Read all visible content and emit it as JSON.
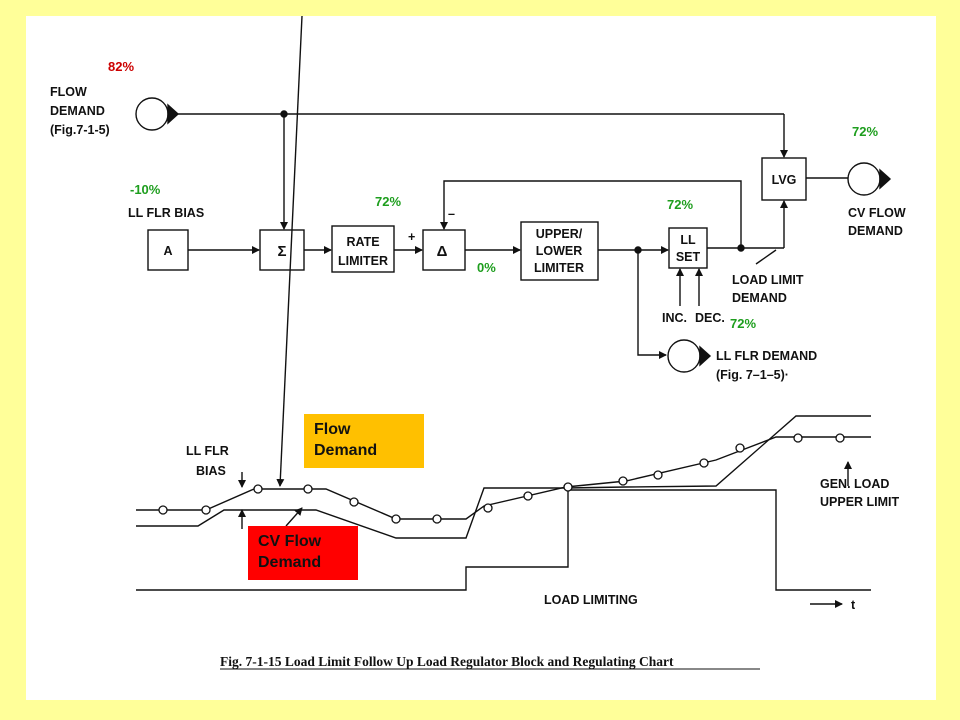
{
  "colors": {
    "background": "#FFFF99",
    "red_pct": "#CC0000",
    "green_pct": "#1E9E1E",
    "flow_box": "#FFC000",
    "cv_box": "#FF0000"
  },
  "block": {
    "flow_demand": {
      "pct": "82%",
      "line1": "FLOW",
      "line2": "DEMAND",
      "line3": "(Fig.7-1-5)"
    },
    "ll_flr_bias": {
      "pct": "-10%",
      "label": "LL FLR BIAS"
    },
    "box_a": "A",
    "sum": "Σ",
    "rate_limiter": {
      "line1": "RATE",
      "line2": "LIMITER"
    },
    "rate_out_pct": "72%",
    "plus": "+",
    "minus": "–",
    "delta": "Δ",
    "delta_out_pct": "0%",
    "upper_lower_limiter": {
      "line1": "UPPER/",
      "line2": "LOWER",
      "line3": "LIMITER"
    },
    "ll_set": {
      "line1": "LL",
      "line2": "SET",
      "pct": "72%"
    },
    "inc": "INC.",
    "dec": "DEC.",
    "inc_dec_pct": "72%",
    "lvg": "LVG",
    "lvg_out_pct": "72%",
    "cv_flow_demand": {
      "line1": "CV FLOW",
      "line2": "DEMAND"
    },
    "load_limit_demand": {
      "line1": "LOAD LIMIT",
      "line2": "DEMAND"
    },
    "ll_flr_demand": {
      "line1": "LL FLR DEMAND",
      "line2": "(Fig. 7–1–5)·"
    }
  },
  "chart": {
    "flow_demand_callout": {
      "line1": "Flow",
      "line2": "Demand"
    },
    "cv_flow_demand_callout": {
      "line1": "CV Flow",
      "line2": "Demand"
    },
    "ll_flr_bias": {
      "line1": "LL FLR",
      "line2": "BIAS"
    },
    "gen_load": {
      "line1": "GEN. LOAD",
      "line2": "UPPER LIMIT"
    },
    "load_limiting": "LOAD LIMITING",
    "time_axis": "t"
  },
  "caption": "Fig. 7-1-15  Load Limit Follow Up Load Regulator Block and Regulating Chart"
}
